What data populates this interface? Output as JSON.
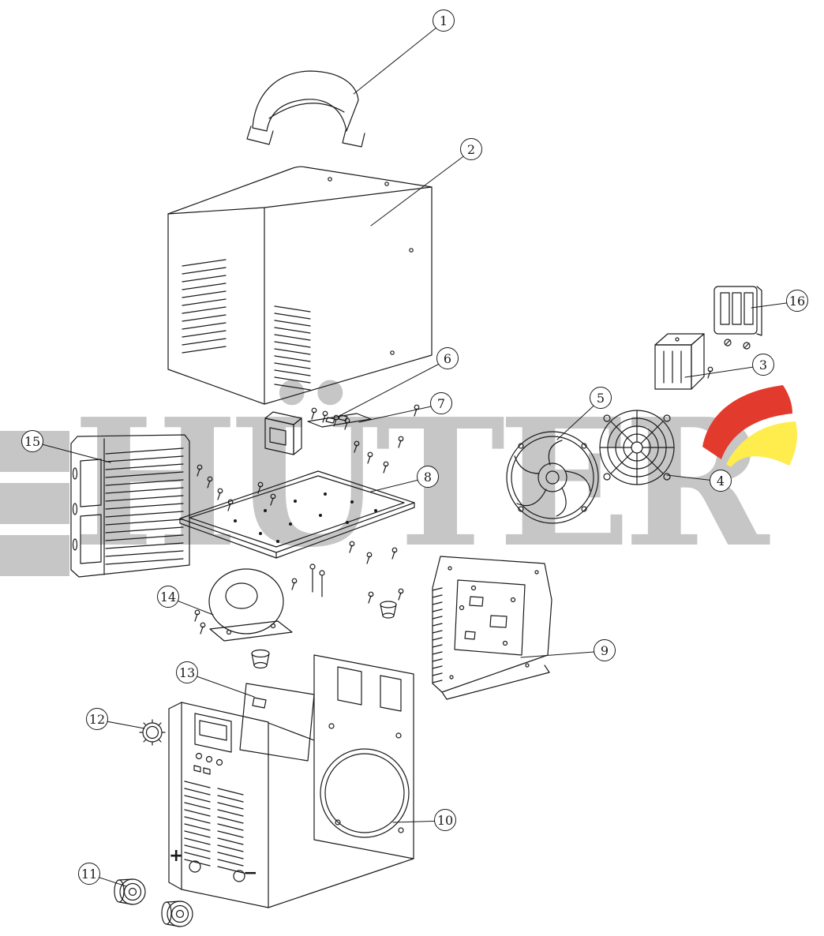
{
  "watermark": {
    "text": "HÜTER"
  },
  "colors": {
    "line": "#1a1a1a",
    "watermark": "#c6c6c6",
    "logo_red": "#e23b2e",
    "logo_yellow": "#ffec4d"
  },
  "callouts": [
    {
      "label": "1"
    },
    {
      "label": "2"
    },
    {
      "label": "3"
    },
    {
      "label": "4"
    },
    {
      "label": "5"
    },
    {
      "label": "6"
    },
    {
      "label": "7"
    },
    {
      "label": "8"
    },
    {
      "label": "9"
    },
    {
      "label": "10"
    },
    {
      "label": "11"
    },
    {
      "label": "12"
    },
    {
      "label": "13"
    },
    {
      "label": "14"
    },
    {
      "label": "15"
    },
    {
      "label": "16"
    }
  ],
  "panel_labels": {
    "plus": "+",
    "minus": "−"
  }
}
